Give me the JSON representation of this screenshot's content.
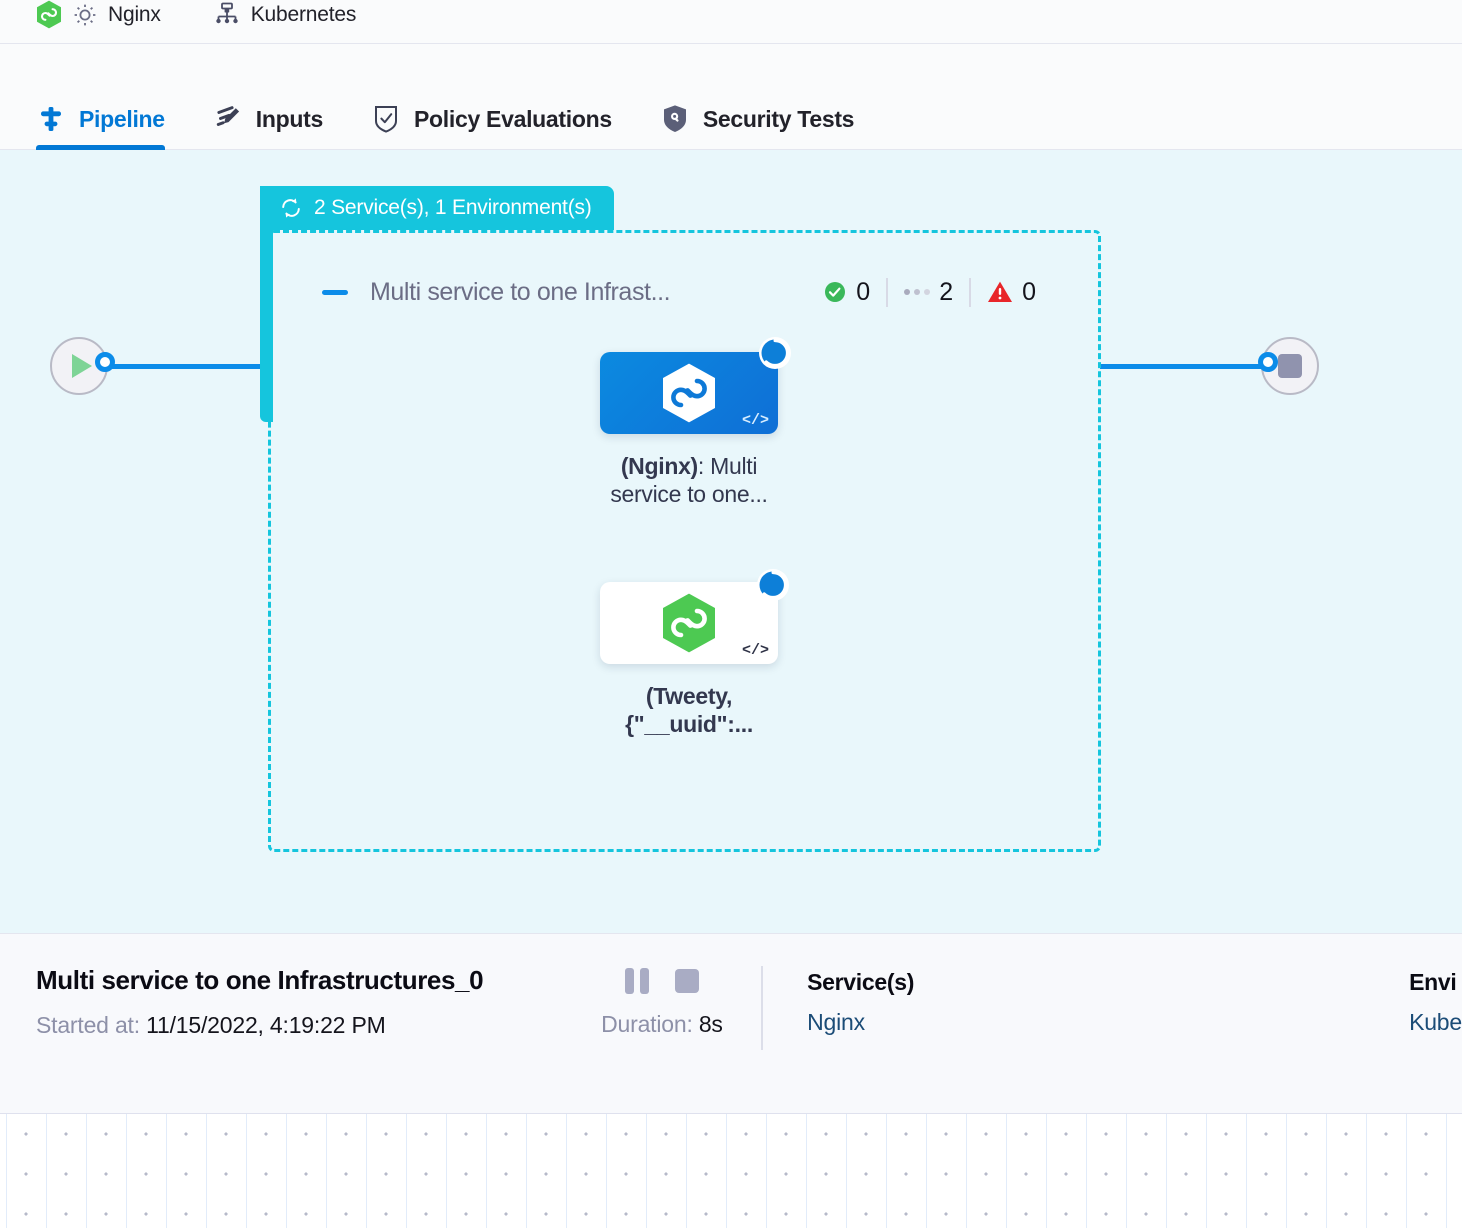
{
  "topstrip": {
    "items": [
      {
        "icon": "harness-hexagon-logo-green",
        "label": "Nginx",
        "icon2": "gear-icon"
      },
      {
        "icon": "kubernetes-infra-icon",
        "label": "Kubernetes"
      }
    ],
    "nginx_label": "Nginx",
    "kubernetes_label": "Kubernetes"
  },
  "tabs": [
    {
      "label": "Pipeline",
      "icon": "pipeline-icon",
      "active": true
    },
    {
      "label": "Inputs",
      "icon": "inputs-pencil-icon",
      "active": false
    },
    {
      "label": "Policy Evaluations",
      "icon": "policy-shield-check-icon",
      "active": false
    },
    {
      "label": "Security Tests",
      "icon": "security-shield-icon",
      "active": false
    }
  ],
  "canvas": {
    "start_node": {
      "icon": "play-icon",
      "name": "start-node"
    },
    "end_node": {
      "icon": "stop-icon",
      "name": "end-node"
    },
    "group": {
      "badge_icon": "loop-matrix-icon",
      "badge_text": "2 Service(s), 1 Environment(s)",
      "title": "Multi service to one Infrast...",
      "collapse_icon": "collapse-dash-icon",
      "statuses": [
        {
          "icon": "success-check-icon",
          "count": "0",
          "color": "#3ab85a"
        },
        {
          "icon": "pending-dots-icon",
          "count": "2",
          "color": "#a9abbd"
        },
        {
          "icon": "warning-triangle-icon",
          "count": "0",
          "color": "#e8262a"
        }
      ],
      "steps": [
        {
          "style": "blue",
          "icon": "harness-hexagon-white-icon",
          "badge": "spinner-running-icon",
          "code_mark": "</>",
          "label_bold": "(Nginx)",
          "label_rest": ": Multi service to one..."
        },
        {
          "style": "white",
          "icon": "harness-hexagon-green-icon",
          "badge": "spinner-running-icon",
          "code_mark": "</>",
          "label_bold": "(Tweety, {\"__uuid\":...",
          "label_rest": ""
        }
      ]
    }
  },
  "infobar": {
    "title": "Multi service to one Infrastructures_0",
    "started_label": "Started at:",
    "started_value": "11/15/2022, 4:19:22 PM",
    "pause_button": "pause-button",
    "stop_button": "stop-button",
    "duration_label": "Duration:",
    "duration_value": "8s",
    "columns": [
      {
        "head": "Service(s)",
        "value": "Nginx"
      },
      {
        "head": "Envi",
        "value": "Kube"
      }
    ]
  },
  "colors": {
    "accent_blue": "#0278d5",
    "wire_blue": "#0c8ce9",
    "group_cyan": "#15c5dd",
    "canvas_bg": "#e9f7fb",
    "success_green": "#3ab85a",
    "error_red": "#e8262a"
  }
}
